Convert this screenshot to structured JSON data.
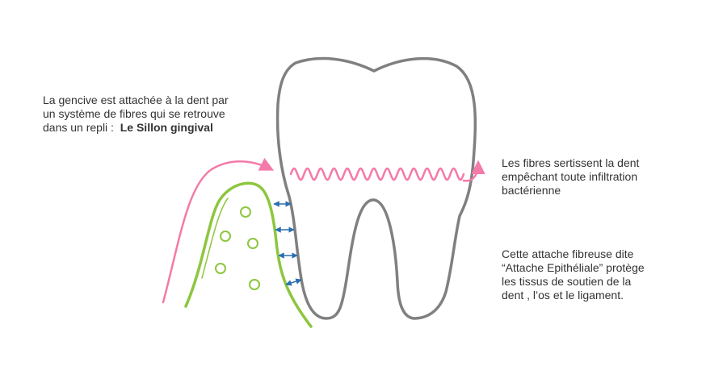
{
  "annotations": {
    "gum_attachment": {
      "line1": "La gencive est attachée à la dent par",
      "line2": "un système de fibres qui se retrouve",
      "line3_prefix": "dans un repli :",
      "line3_bold": "Le Sillon gingival"
    },
    "fibers": {
      "line1": "Les fibres sertissent la dent",
      "line2": "empêchant toute infiltration",
      "line3": "bactérienne"
    },
    "epithelial": {
      "line1": "Cette attache fibreuse dite",
      "line2": "“Attache Epithéliale” protège",
      "line3": "les tissus de soutien de la",
      "line4": "dent , l’os et le ligament."
    }
  },
  "colors": {
    "tooth_outline": "#808080",
    "gum_line": "#8dc63f",
    "fiber_wave": "#f47aa9",
    "pink_arrow": "#f47aa9",
    "attachment_arrows": "#2b6fb0",
    "text": "#333333"
  },
  "icons": {
    "tooth": "tooth-outline",
    "gum": "gum-curve",
    "bone_cells": "circle-outline",
    "fibers": "wave-line",
    "arrows": "double-headed-arrow"
  }
}
